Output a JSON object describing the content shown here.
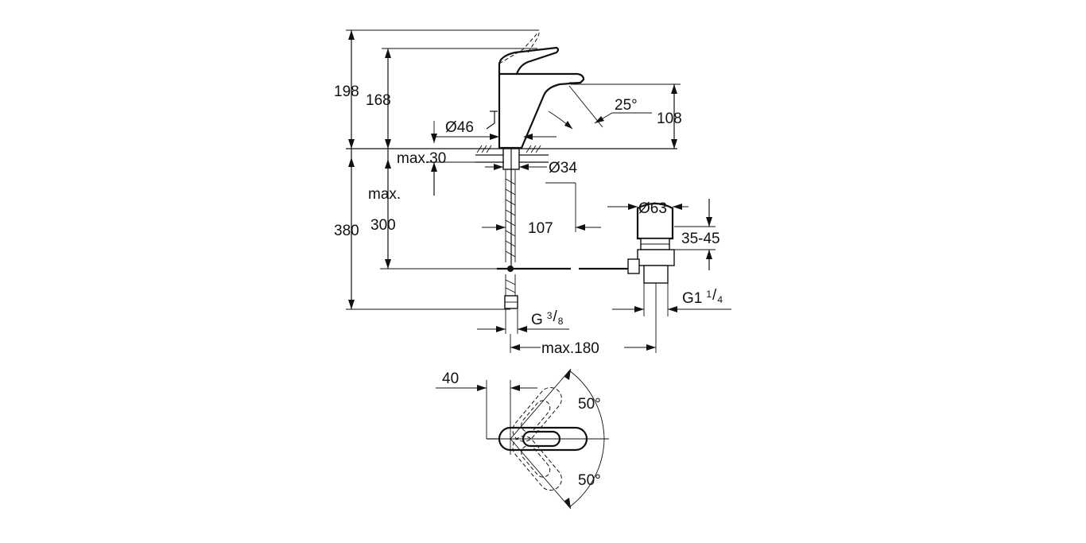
{
  "dimensions": {
    "d198": "198",
    "d168": "168",
    "d25deg": "25°",
    "d108": "108",
    "d46": "Ø46",
    "dmax30": "max.30",
    "d34": "Ø34",
    "dmax": "max.",
    "d380": "380",
    "d300": "300",
    "d63": "Ø63",
    "d107": "107",
    "d3545": "35-45",
    "g1_main": "G1",
    "g1_num": "1",
    "g1_sep": "/",
    "g1_den": "4",
    "g38_main": "G",
    "g38_num": "3",
    "g38_sep": "/",
    "g38_den": "8",
    "dmax180": "max.180",
    "d40": "40",
    "d50a": "50°",
    "d50b": "50°"
  },
  "colors": {
    "line": "#111111",
    "background": "#ffffff"
  }
}
